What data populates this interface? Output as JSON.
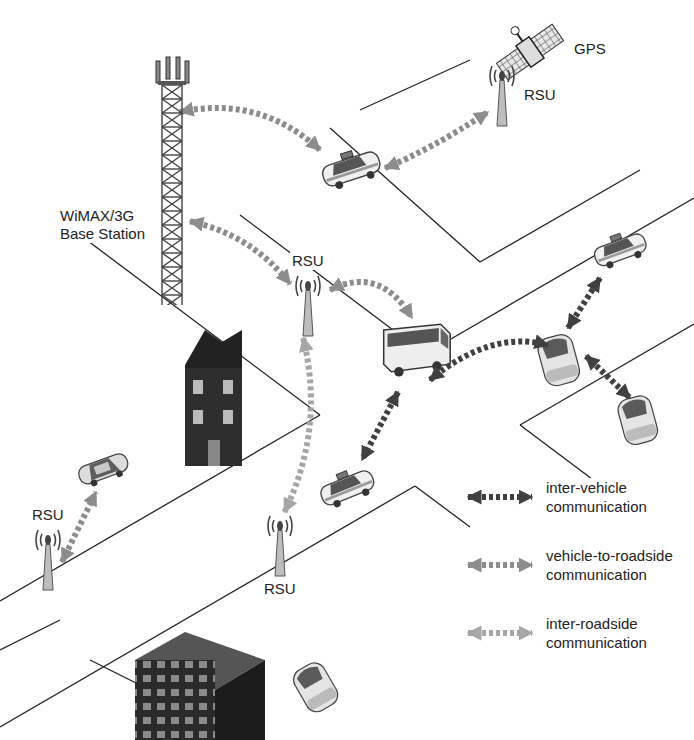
{
  "diagram": {
    "nodes": [
      {
        "text": [
          "WiMAX/3G Base Station"
        ]
      },
      {
        "text": [
          "RSU"
        ]
      },
      {
        "text": [
          "RSU"
        ]
      },
      {
        "text": [
          "RSU"
        ]
      },
      {
        "text": [
          "RSU"
        ]
      }
    ],
    "edges": [
      {
        "from": 0,
        "to": 2,
        "arrow": "both"
      },
      {
        "from": 2,
        "to": 4,
        "arrow": "both"
      }
    ],
    "labels": [
      "GPS"
    ],
    "legend": [
      {
        "text": "inter-vehicle communication"
      },
      {
        "text": "vehicle-to-roadside communication"
      },
      {
        "text": "inter-roadside communication"
      }
    ]
  }
}
